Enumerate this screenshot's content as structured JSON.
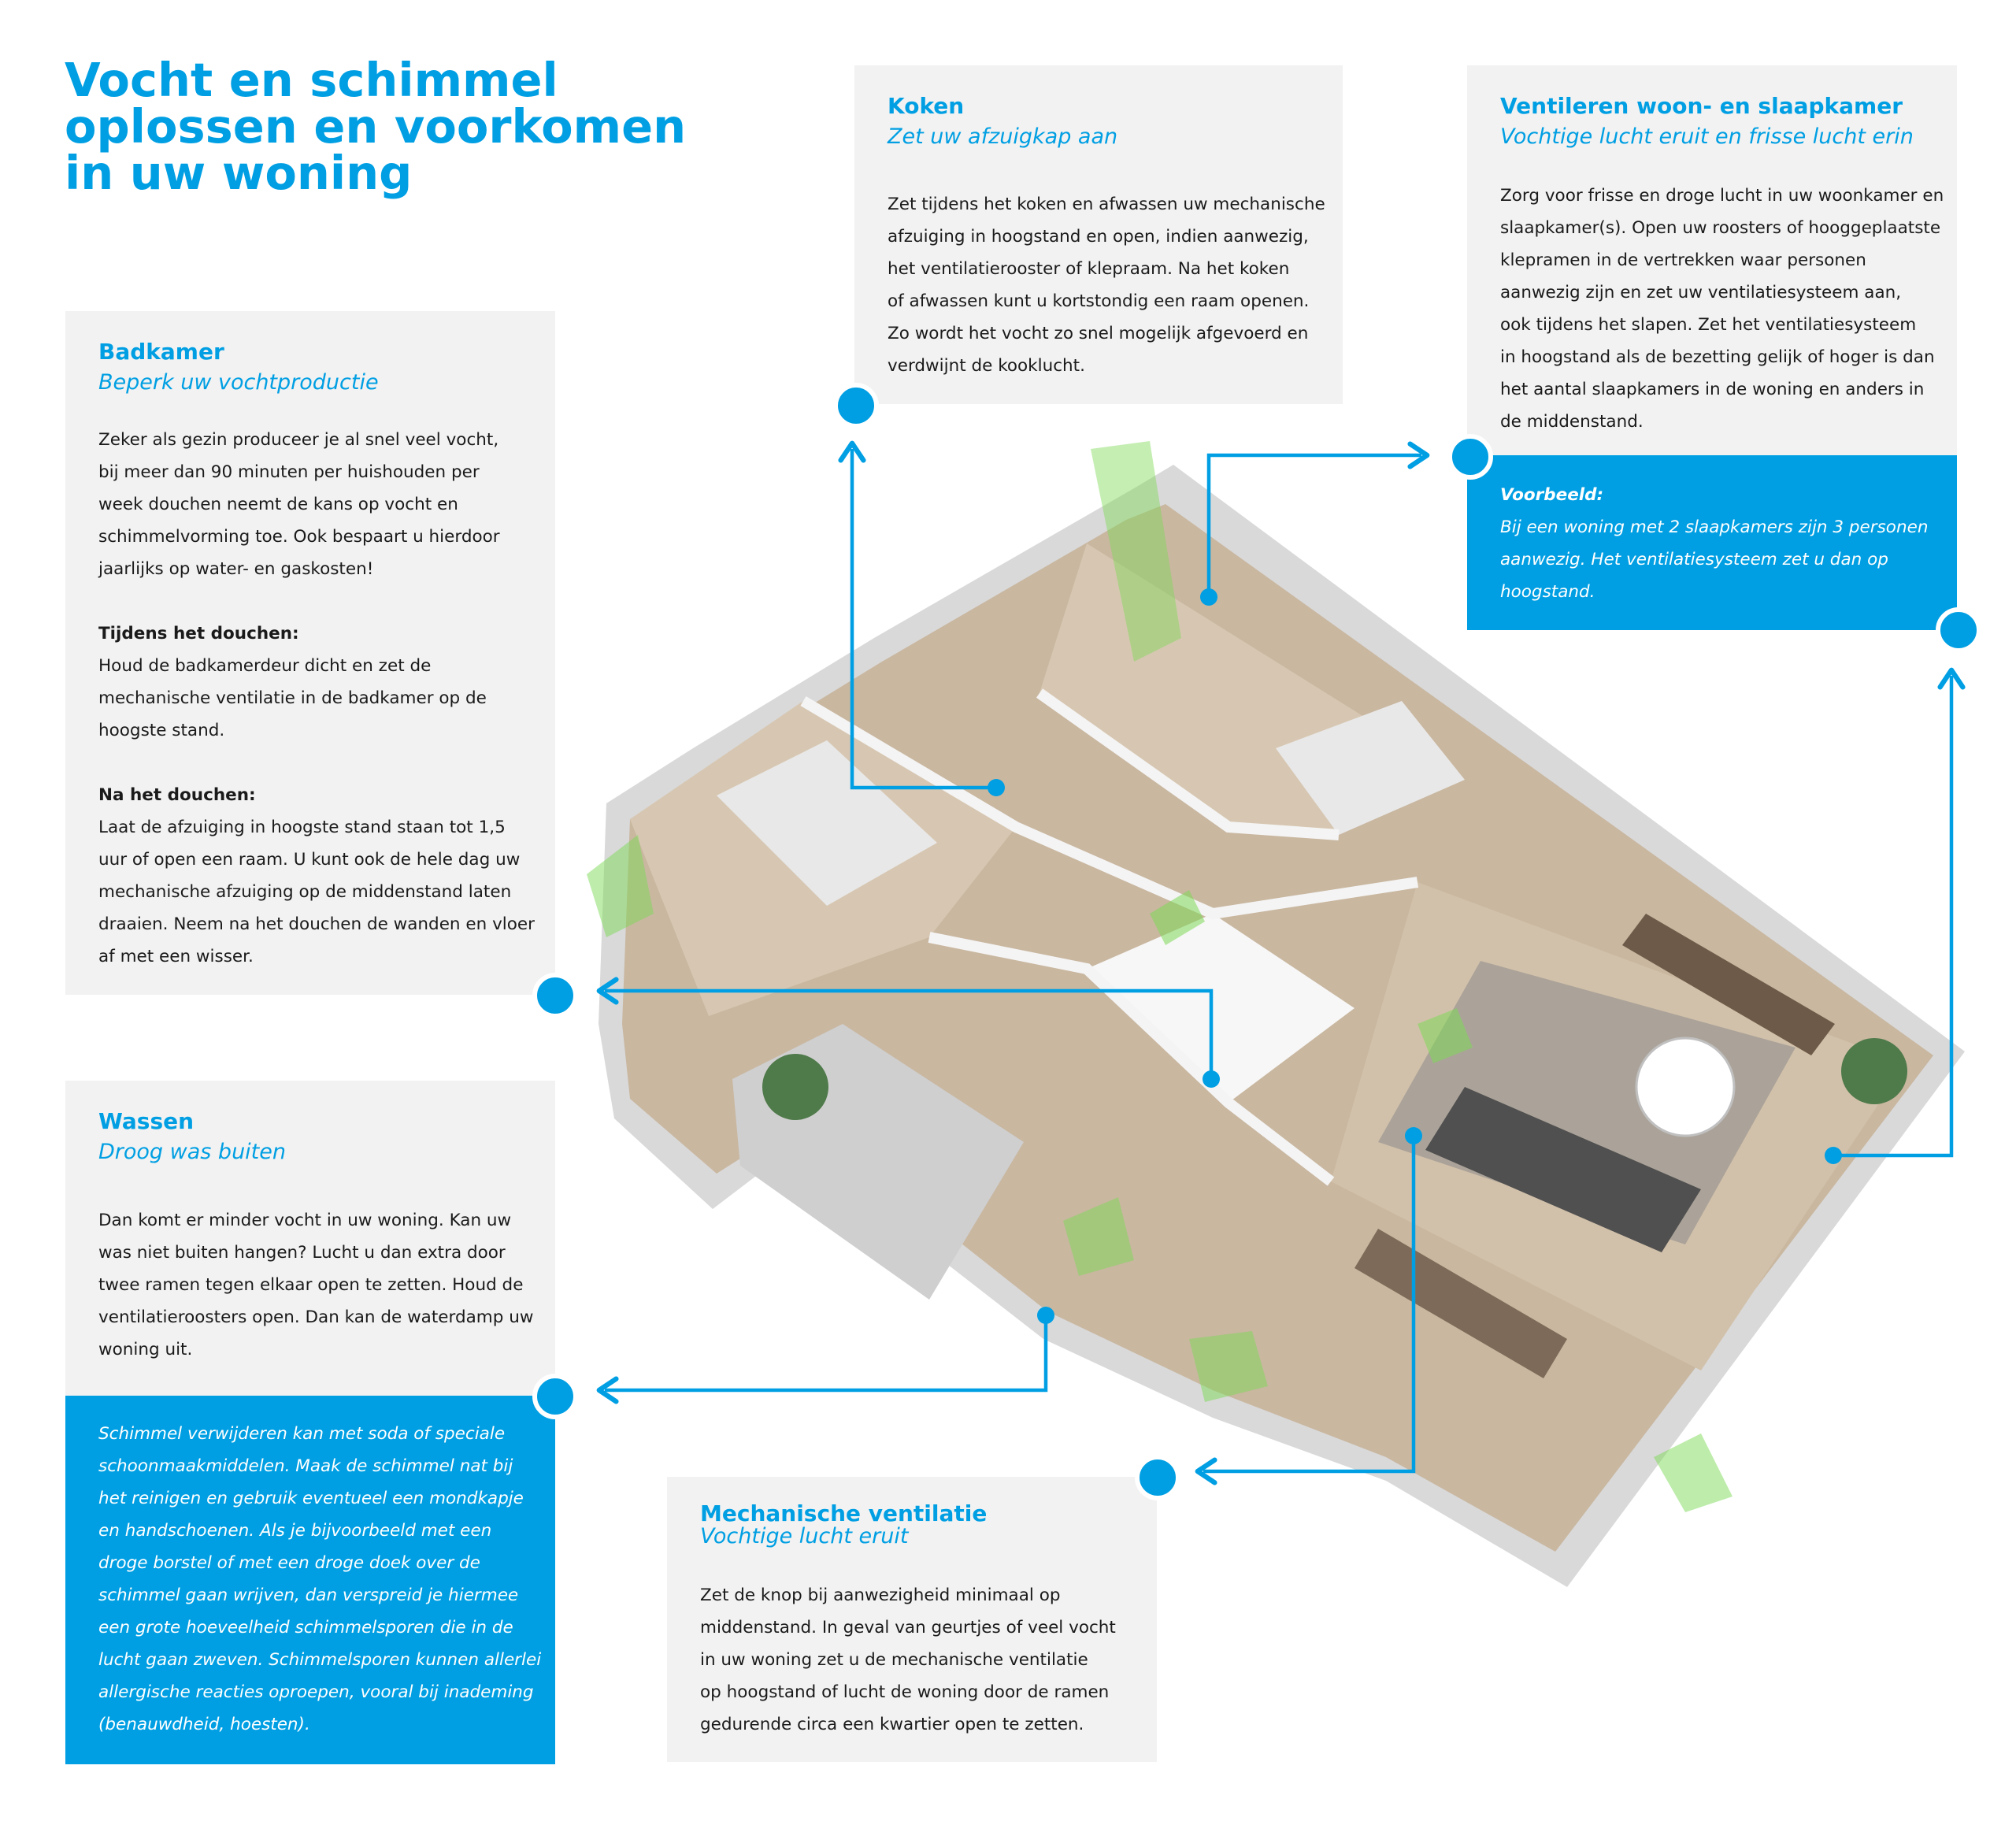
{
  "title_lines": [
    "Vocht en schimmel",
    "oplossen en voorkomen",
    "in uw woning"
  ],
  "cards": {
    "koken": {
      "heading": "Koken",
      "subtitle": "Zet uw afzuigkap aan",
      "lines": [
        "Zet tijdens het koken en afwassen uw mechanische",
        "afzuiging in hoogstand en open, indien aanwezig,",
        "het ventilatierooster of klepraam. Na het koken",
        "of afwassen kunt u kortstondig een raam openen.",
        "Zo wordt het vocht zo snel mogelijk afgevoerd en",
        "verdwijnt de kooklucht."
      ]
    },
    "ventileren": {
      "heading": "Ventileren woon- en slaapkamer",
      "subtitle": "Vochtige lucht eruit en frisse lucht erin",
      "lines": [
        "Zorg voor frisse en droge lucht in uw woonkamer en",
        "slaapkamer(s). Open uw roosters of hooggeplaatste",
        "klepramen in de vertrekken waar personen",
        "aanwezig zijn en zet uw ventilatiesysteem aan,",
        "ook tijdens het slapen. Zet het ventilatiesysteem",
        "in hoogstand als de bezetting gelijk of hoger is dan",
        "het aantal slaapkamers in de woning en anders in",
        "de middenstand."
      ]
    },
    "voorbeeld": {
      "heading": "Voorbeeld:",
      "lines": [
        "Bij een woning met 2 slaapkamers zijn 3 personen",
        "aanwezig. Het ventilatiesysteem zet u dan op",
        "hoogstand."
      ]
    },
    "badkamer": {
      "heading": "Badkamer",
      "subtitle": "Beperk uw vochtproductie",
      "intro": [
        "Zeker als gezin produceer je al snel veel vocht,",
        "bij meer dan 90 minuten per huishouden per",
        "week douchen neemt de kans op vocht en",
        "schimmelvorming toe. Ook bespaart u hierdoor",
        "jaarlijks op water- en gaskosten!"
      ],
      "tijdens_heading": "Tijdens het douchen:",
      "tijdens": [
        "Houd de badkamerdeur dicht en zet de",
        "mechanische ventilatie in de badkamer op de",
        "hoogste stand."
      ],
      "na_heading": "Na het douchen:",
      "na": [
        "Laat de afzuiging in hoogste stand staan tot 1,5",
        "uur of open een raam. U kunt ook de hele dag uw",
        "mechanische afzuiging op de middenstand laten",
        "draaien. Neem na het douchen de wanden en vloer",
        "af met een wisser."
      ]
    },
    "wassen": {
      "heading": "Wassen",
      "subtitle": "Droog was buiten",
      "lines": [
        "Dan komt er minder vocht in uw woning. Kan uw",
        "was niet buiten hangen? Lucht u dan extra door",
        "twee ramen tegen elkaar open te zetten.  Houd de",
        "ventilatieroosters open. Dan kan de waterdamp uw",
        "woning uit."
      ]
    },
    "schimmel": {
      "lines": [
        "Schimmel verwijderen kan met soda of speciale",
        "schoonmaakmiddelen. Maak de schimmel nat bij",
        "het reinigen en gebruik eventueel een mondkapje",
        "en handschoenen. Als je bijvoorbeeld met een",
        "droge borstel of met een droge doek over de",
        "schimmel gaan wrijven, dan verspreid je hiermee",
        "een grote hoeveelheid schimmelsporen die in de",
        "lucht gaan zweven. Schimmelsporen kunnen allerlei",
        "allergische reacties oproepen, vooral bij inademing",
        "(benauwdheid, hoesten)."
      ]
    },
    "mechanisch": {
      "heading": "Mechanische ventilatie",
      "subtitle": "Vochtige lucht eruit",
      "lines": [
        "Zet de knop bij aanwezigheid minimaal op",
        "middenstand. In geval van geurtjes of veel vocht",
        "in uw woning zet u de mechanische ventilatie",
        "op hoogstand of lucht de woning door de ramen",
        "gedurende circa een kwartier open te zetten."
      ]
    }
  },
  "colors": {
    "accent": "#009fe3",
    "card_bg": "#f2f2f2",
    "text": "#1a1a1a",
    "floor": "#c9b7a0",
    "wall": "#ececec",
    "air_flow": "#7ed957"
  }
}
